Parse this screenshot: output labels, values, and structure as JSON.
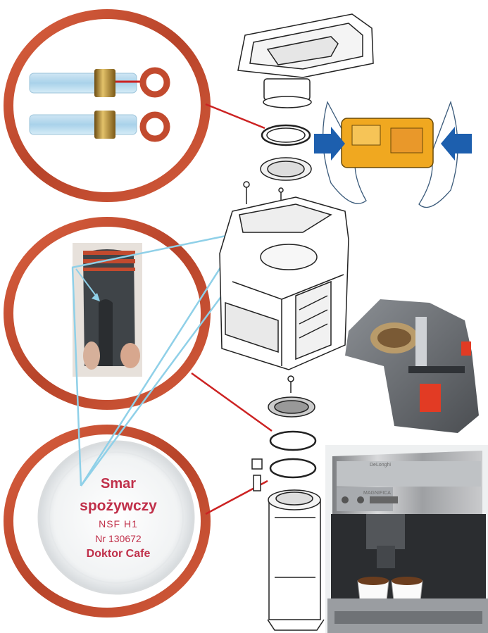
{
  "jar_label": {
    "line1": "Smar",
    "line2": "spożywczy",
    "line3": "NSF  H1",
    "line4": "Nr  130672",
    "line5": "Doktor  Cafe"
  },
  "machine": {
    "brand": "DeLonghi",
    "model": "MAGNIFICA"
  },
  "colors": {
    "oring": "#c24a2e",
    "connector": "#8fd0e8",
    "leader": "#cc2222",
    "press_arrow": "#1d5fae",
    "brew_unit_highlight": "#f0a820"
  },
  "icons": [
    "o-ring",
    "tube-with-fitting",
    "brew-unit-exploded-drawing",
    "press-arrow",
    "hand",
    "coffee-machine",
    "coffee-cup"
  ]
}
